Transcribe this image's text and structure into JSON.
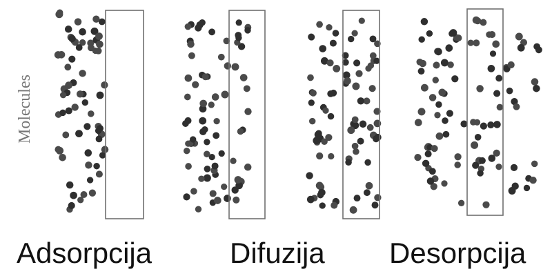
{
  "y_axis": {
    "label": "Molecules"
  },
  "stages": [
    {
      "label": "Adsorpcija"
    },
    {
      "label": "Difuzija"
    },
    {
      "label": ""
    },
    {
      "label": "Desorpcija"
    }
  ],
  "colors": {
    "molecule": "#4a4a4a",
    "molecule_dark": "#2f2f2f",
    "membrane": "#707070",
    "text": "#111111"
  }
}
